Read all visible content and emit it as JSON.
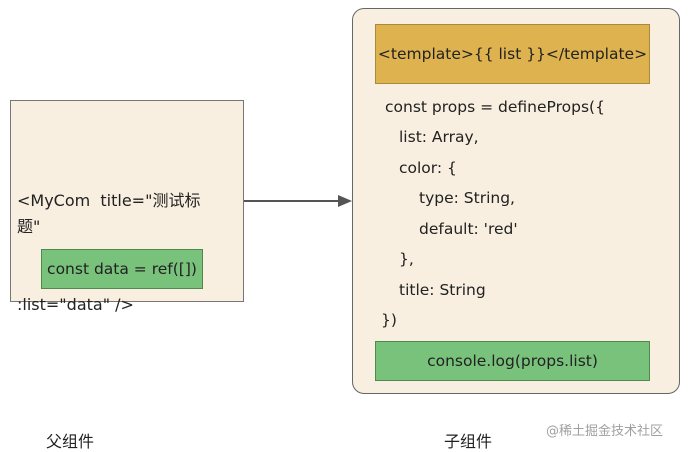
{
  "parent": {
    "code_lines": [
      "<MyCom  title=\"测试标题\"",
      ":list=\"data\" />"
    ],
    "ref_label": "const data = ref([])",
    "caption": "父组件"
  },
  "child": {
    "template_label": "<template>{{ list }}</template>",
    "code_lines": [
      "const props = defineProps({",
      "list: Array,",
      "color: {",
      "type: String,",
      "default: 'red'",
      "},",
      "title: String",
      "})"
    ],
    "console_label": "console.log(props.list)",
    "caption": "子组件"
  },
  "watermark": "@稀土掘金技术社区",
  "colors": {
    "box_fill": "#f8efe0",
    "green": "#79c27c",
    "gold": "#deb24e",
    "arrow": "#555555"
  }
}
